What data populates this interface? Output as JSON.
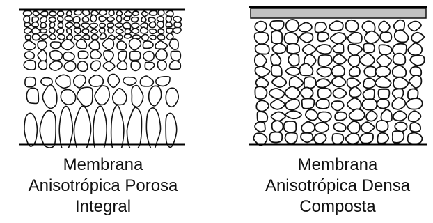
{
  "figure": {
    "left": {
      "caption_lines": [
        "Membrana",
        "Anisotrópica Porosa",
        "Integral"
      ]
    },
    "right": {
      "caption_lines": [
        "Membrana",
        "Anisotrópica Densa",
        "Composta"
      ]
    }
  }
}
